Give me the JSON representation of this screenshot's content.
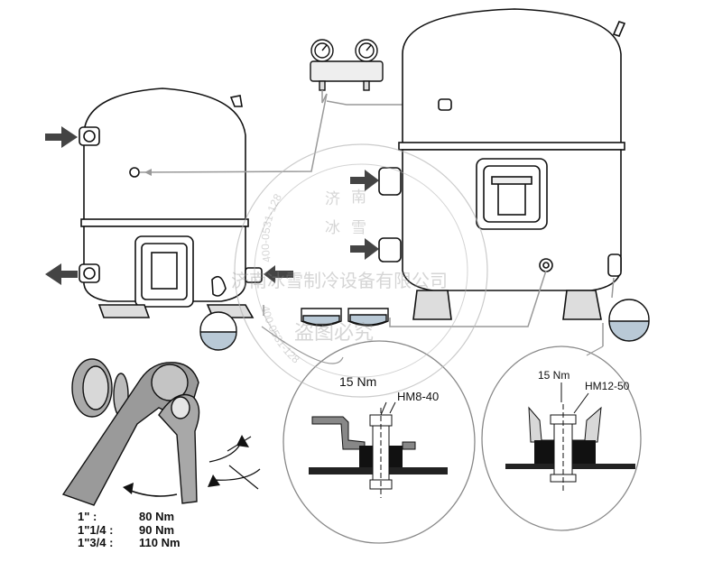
{
  "watermark": {
    "ring_text_top": "400-0531-128",
    "ring_text_bottom": "400-0531-128",
    "center_chars": [
      "济",
      "南",
      "冰",
      "雪"
    ],
    "company_name": "济南冰雪制冷设备有限公司",
    "bottom_text": "盗图必究"
  },
  "detail_left": {
    "torque": "15 Nm",
    "part": "HM8-40"
  },
  "detail_right": {
    "torque": "15 Nm",
    "part": "HM12-50"
  },
  "torque_table": [
    {
      "size": "1\" :",
      "value": "80 Nm"
    },
    {
      "size": "1\"1/4 :",
      "value": "90 Nm"
    },
    {
      "size": "1\"3/4 :",
      "value": "110 Nm"
    }
  ]
}
